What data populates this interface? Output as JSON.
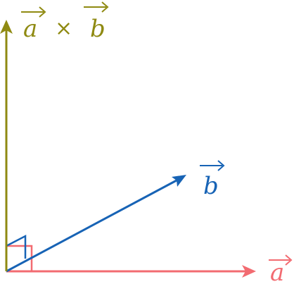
{
  "vectors": {
    "a": {
      "label": "a",
      "color": "#f26b71"
    },
    "b": {
      "label": "b",
      "color": "#1763b5"
    },
    "cross": {
      "left": "a",
      "operator": "×",
      "right": "b",
      "color": "#8f8a12"
    }
  },
  "right_angle_markers": [
    {
      "between": [
        "a",
        "cross"
      ],
      "color": "#f26b71"
    },
    {
      "between": [
        "b",
        "cross"
      ],
      "color": "#1763b5"
    }
  ]
}
